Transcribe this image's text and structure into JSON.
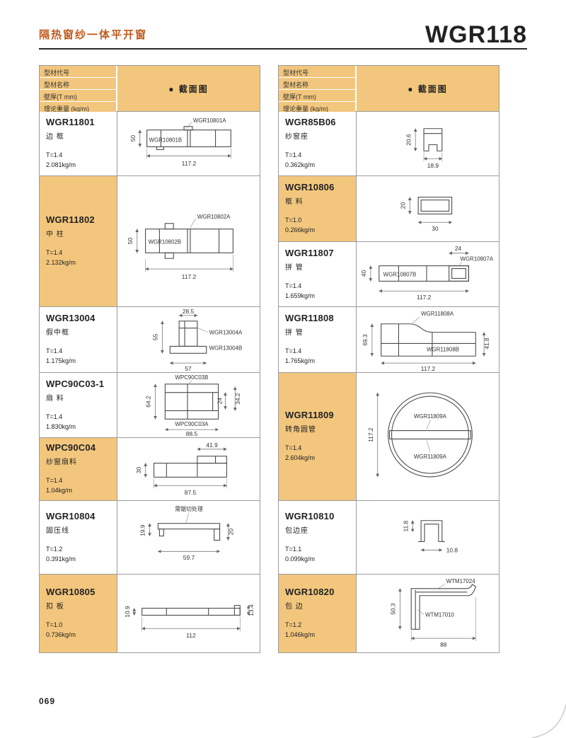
{
  "page": {
    "title": "隔热窗纱一体平开窗",
    "model": "WGR118",
    "page_number": "069"
  },
  "colors": {
    "tan": "#f2c67d",
    "title_orange": "#c05b1b",
    "table_border": "#9c9c9c"
  },
  "header_labels": {
    "row1": "型材代号",
    "row2": "型材名称",
    "row3": "壁厚(T mm)",
    "row4": "理论重量  (kg/m)",
    "section": "● 截面图"
  },
  "left_rows": [
    {
      "code": "WGR11801",
      "name": "边 框",
      "thickness": "T=1.4",
      "weight": "2.081kg/m",
      "diagram": {
        "label_a": "WGR10801A",
        "label_b": "WGR10801B",
        "dim_left": "50",
        "dim_bottom": "117.2"
      }
    },
    {
      "code": "WGR11802",
      "name": "中 柱",
      "thickness": "T=1.4",
      "weight": "2.132kg/m",
      "diagram": {
        "label_a": "WGR10802A",
        "label_b": "WGR10802B",
        "dim_left": "50",
        "dim_bottom": "117.2"
      }
    },
    {
      "code": "WGR13004",
      "name": "假中框",
      "thickness": "T=1.4",
      "weight": "1.175kg/m",
      "diagram": {
        "dim_top": "28.5",
        "label_a": "WGR13004A",
        "label_b": "WGR13004B",
        "dim_left": "55",
        "dim_bottom": "57"
      }
    },
    {
      "code": "WPC90C03-1",
      "name": "扇 料",
      "thickness": "T=1.4",
      "weight": "1.830kg/m",
      "diagram": {
        "label_a": "WPC90C03B",
        "label_b": "WPC90C03A",
        "dim_left": "64.2",
        "dim_right1": "24",
        "dim_right2": "34.2",
        "dim_bottom": "88.5"
      }
    },
    {
      "code": "WPC90C04",
      "name": "纱窗扇料",
      "thickness": "T=1.4",
      "weight": "1.04kg/m",
      "diagram": {
        "dim_top": "41.9",
        "dim_left": "30",
        "dim_bottom": "87.5"
      }
    },
    {
      "code": "WGR10804",
      "name": "固压线",
      "thickness": "T=1.2",
      "weight": "0.391kg/m",
      "diagram": {
        "note": "需锯切处理",
        "dim_left": "19.9",
        "dim_right": "20",
        "dim_bottom": "59.7"
      }
    },
    {
      "code": "WGR10805",
      "name": "扣 板",
      "thickness": "T=1.0",
      "weight": "0.736kg/m",
      "diagram": {
        "dim_left": "10.9",
        "dim_right": "13.4",
        "dim_bottom": "112"
      }
    }
  ],
  "right_rows": [
    {
      "code": "WGR85B06",
      "name": "纱窗座",
      "thickness": "T=1.4",
      "weight": "0.362kg/m",
      "diagram": {
        "dim_left": "20.6",
        "dim_bottom": "18.9"
      }
    },
    {
      "code": "WGR10806",
      "name": "框 料",
      "thickness": "T=1.0",
      "weight": "0.266kg/m",
      "diagram": {
        "dim_left": "20",
        "dim_bottom": "30"
      }
    },
    {
      "code": "WGR11807",
      "name": "拼 管",
      "thickness": "T=1.4",
      "weight": "1.659kg/m",
      "diagram": {
        "dim_top": "24",
        "label_a": "WGR10807A",
        "label_b": "WGR10807B",
        "dim_left": "40",
        "dim_bottom": "117.2"
      }
    },
    {
      "code": "WGR11808",
      "name": "拼 管",
      "thickness": "T=1.4",
      "weight": "1.765kg/m",
      "diagram": {
        "label_a": "WGR11808A",
        "label_b": "WGR11808B",
        "dim_left": "69.3",
        "dim_right": "41.8",
        "dim_bottom": "117.2"
      }
    },
    {
      "code": "WGR11809",
      "name": "转角圆管",
      "thickness": "T=1.4",
      "weight": "2.604kg/m",
      "diagram": {
        "label_a": "WGR11809A",
        "label_b": "WGR11809A",
        "dim_left": "117.2"
      }
    },
    {
      "code": "WGR10810",
      "name": "包边座",
      "thickness": "T=1.1",
      "weight": "0.099kg/m",
      "diagram": {
        "dim_left": "11.8",
        "dim_bottom": "10.8"
      }
    },
    {
      "code": "WGR10820",
      "name": "包 边",
      "thickness": "T=1.2",
      "weight": "1.046kg/m",
      "diagram": {
        "label_a": "WTM17024",
        "label_b": "WTM17010",
        "dim_left": "50.3",
        "dim_bottom": "88"
      }
    }
  ]
}
